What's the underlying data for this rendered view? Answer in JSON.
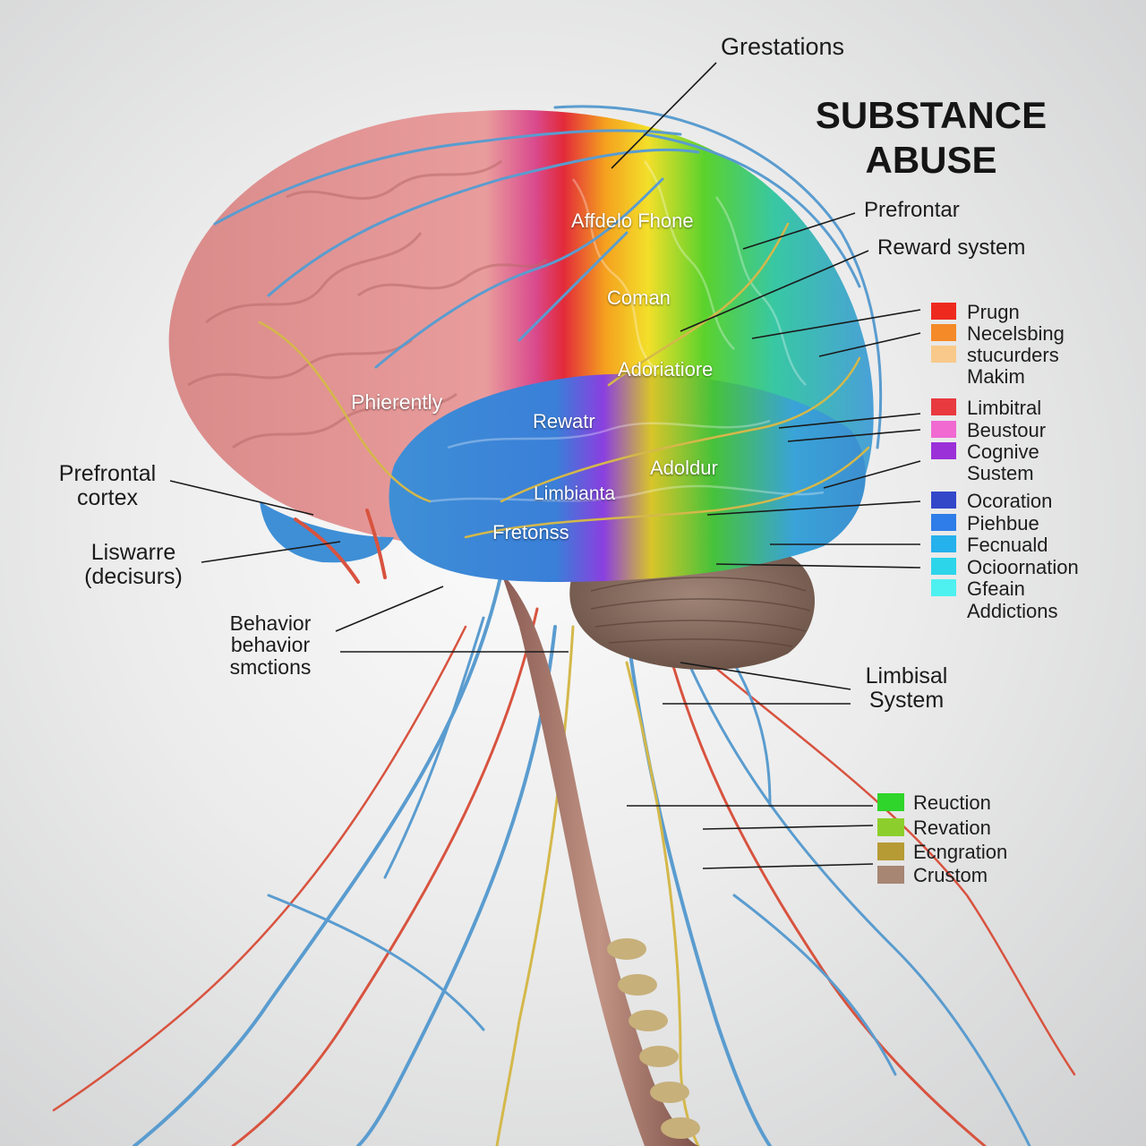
{
  "title": {
    "line1": "SUBSTANCE",
    "line2": "ABUSE"
  },
  "callouts": {
    "top": "Grestations",
    "prefrontar": "Prefrontar",
    "reward_system": "Reward system",
    "prefrontal_cortex": {
      "line1": "Prefrontal",
      "line2": "cortex"
    },
    "liswarre": {
      "line1": "Liswarre",
      "line2": "(decisurs)"
    },
    "behavior": {
      "line1": "Behavior",
      "line2": "behavior",
      "line3": "smctions"
    },
    "limbisal": {
      "line1": "Limbisal",
      "line2": "System"
    }
  },
  "brain_labels": {
    "affdelo": "Affdelo Fhone",
    "coman": "Coman",
    "adoriatiore": "Adoriatiore",
    "phierently": "Phierently",
    "rewatr": "Rewatr",
    "adoldur": "Adoldur",
    "limbianta": "Limbianta",
    "fretonss": "Fretonss"
  },
  "legend_top": [
    {
      "color": "#ee2a1f",
      "label": "Prugn"
    },
    {
      "color": "#f58a28",
      "label": "Necelsbing"
    },
    {
      "color": "#f8c98a",
      "label": "stucurders"
    },
    {
      "color": null,
      "label": "Makim"
    },
    {
      "color": "#e83a3f",
      "label": "Limbitral"
    },
    {
      "color": "#f06ad2",
      "label": "Beustour"
    },
    {
      "color": "#9b30d8",
      "label": "Cognive"
    },
    {
      "color": null,
      "label": "Sustem"
    },
    {
      "color": "#3347c9",
      "label": "Ocoration"
    },
    {
      "color": "#2f7de8",
      "label": "Piehbue"
    },
    {
      "color": "#25b1ec",
      "label": "Fecnuald"
    },
    {
      "color": "#2dd5ea",
      "label": "Ocioornation"
    },
    {
      "color": "#4ff0f0",
      "label": "Gfeain"
    },
    {
      "color": null,
      "label": "Addictions"
    }
  ],
  "legend_bottom": [
    {
      "color": "#2fd52a",
      "label": "Reuction"
    },
    {
      "color": "#8ccf2c",
      "label": "Revation"
    },
    {
      "color": "#b69b35",
      "label": "Ecngration"
    },
    {
      "color": "#a78673",
      "label": "Crustom"
    }
  ]
}
